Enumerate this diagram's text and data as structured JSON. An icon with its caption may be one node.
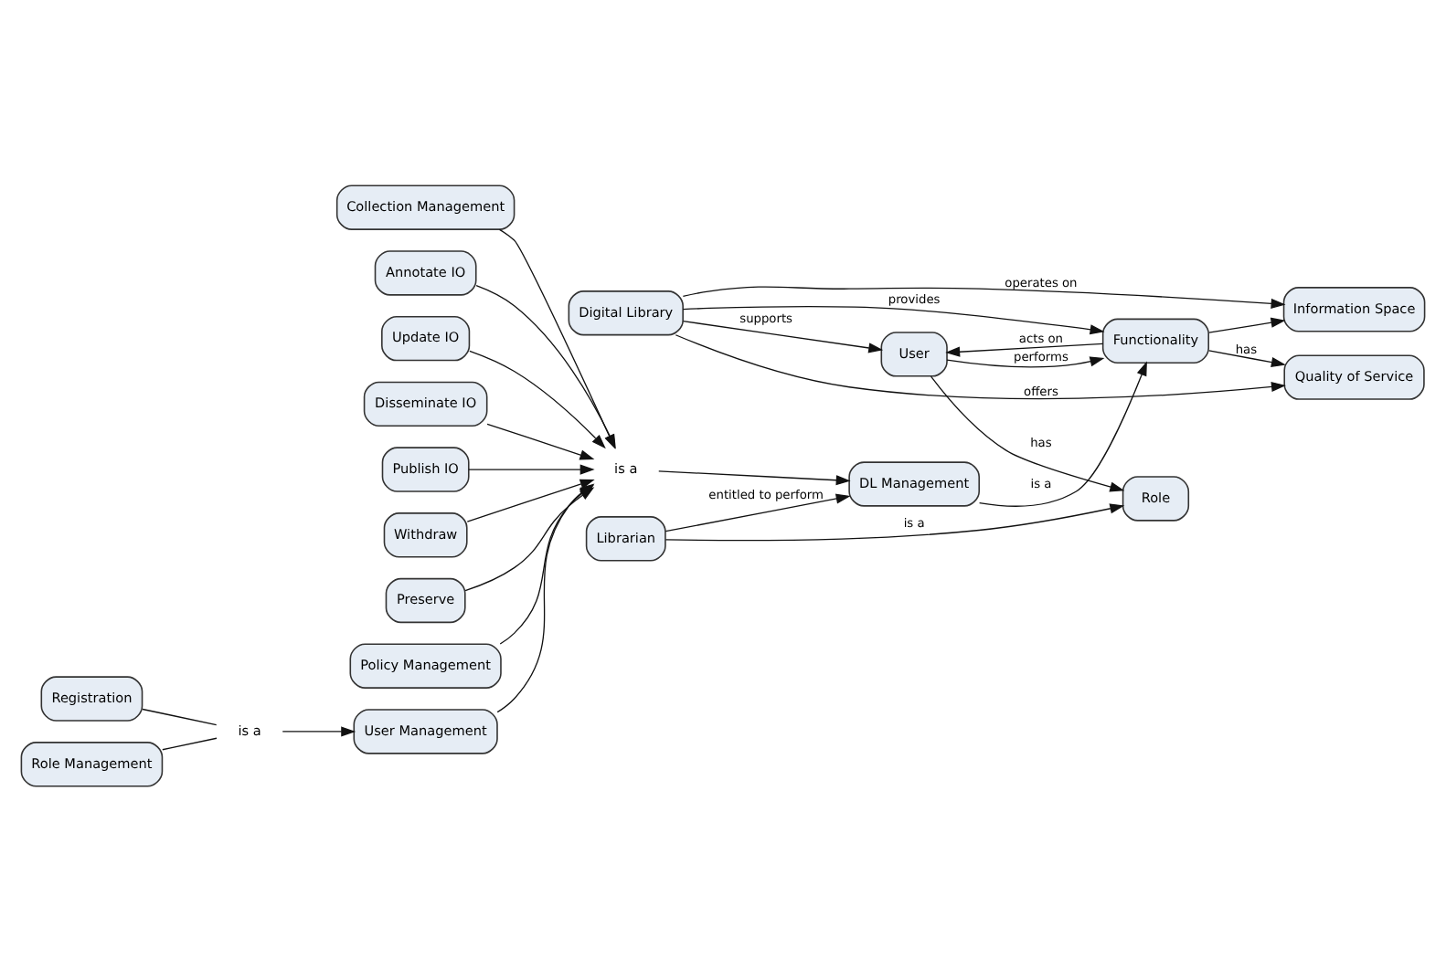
{
  "diagram": {
    "nodes": [
      {
        "text": [
          "Digital Library"
        ]
      },
      {
        "text": [
          "User"
        ]
      },
      {
        "text": [
          "Information Space"
        ]
      },
      {
        "text": [
          "Functionality"
        ]
      },
      {
        "text": [
          "Quality of Service"
        ]
      },
      {
        "text": [
          "Role"
        ]
      },
      {
        "text": [
          "Librarian"
        ]
      },
      {
        "text": [
          "DL Management"
        ]
      },
      {
        "text": [
          "is a"
        ]
      },
      {
        "text": [
          "Collection Management"
        ]
      },
      {
        "text": [
          "Annotate IO"
        ]
      },
      {
        "text": [
          "Update IO"
        ]
      },
      {
        "text": [
          "Disseminate IO"
        ]
      },
      {
        "text": [
          "Publish IO"
        ]
      },
      {
        "text": [
          "Withdraw"
        ]
      },
      {
        "text": [
          "Preserve"
        ]
      },
      {
        "text": [
          "Policy Management"
        ]
      },
      {
        "text": [
          "User Management"
        ]
      },
      {
        "text": [
          "Registration"
        ]
      },
      {
        "text": [
          "is a"
        ]
      },
      {
        "text": [
          "Role Management"
        ]
      }
    ],
    "edges": [
      {
        "from": 0,
        "to": 1,
        "arrow": "to",
        "label": "supports"
      },
      {
        "from": 0,
        "to": 2,
        "arrow": "to",
        "label": "operates on"
      },
      {
        "from": 0,
        "to": 3,
        "arrow": "to",
        "label": "provides"
      },
      {
        "from": 0,
        "to": 4,
        "arrow": "to",
        "label": "offers"
      },
      {
        "from": 1,
        "to": 3,
        "arrow": "to",
        "label": "performs"
      },
      {
        "from": 3,
        "to": 1,
        "arrow": "to",
        "label": "acts on"
      },
      {
        "from": 3,
        "to": 2,
        "arrow": "to"
      },
      {
        "from": 3,
        "to": 4,
        "arrow": "to",
        "label": "has"
      },
      {
        "from": 1,
        "to": 5,
        "arrow": "to",
        "label": "has"
      },
      {
        "from": 6,
        "to": 5,
        "arrow": "to",
        "label": "is a"
      },
      {
        "from": 6,
        "to": 7,
        "arrow": "to",
        "label": "entitled to perform"
      },
      {
        "from": 7,
        "to": 3,
        "arrow": "to",
        "label": "is a"
      },
      {
        "from": 8,
        "to": 7,
        "arrow": "to"
      },
      {
        "from": 9,
        "to": 8,
        "arrow": "to"
      },
      {
        "from": 10,
        "to": 8,
        "arrow": "to"
      },
      {
        "from": 11,
        "to": 8,
        "arrow": "to"
      },
      {
        "from": 12,
        "to": 8,
        "arrow": "to"
      },
      {
        "from": 13,
        "to": 8,
        "arrow": "to"
      },
      {
        "from": 14,
        "to": 8,
        "arrow": "to"
      },
      {
        "from": 15,
        "to": 8,
        "arrow": "to"
      },
      {
        "from": 16,
        "to": 8,
        "arrow": "to"
      },
      {
        "from": 17,
        "to": 8,
        "arrow": "to"
      },
      {
        "from": 18,
        "to": 19,
        "arrow": "none"
      },
      {
        "from": 20,
        "to": 19,
        "arrow": "none"
      },
      {
        "from": 19,
        "to": 17,
        "arrow": "to"
      }
    ]
  }
}
